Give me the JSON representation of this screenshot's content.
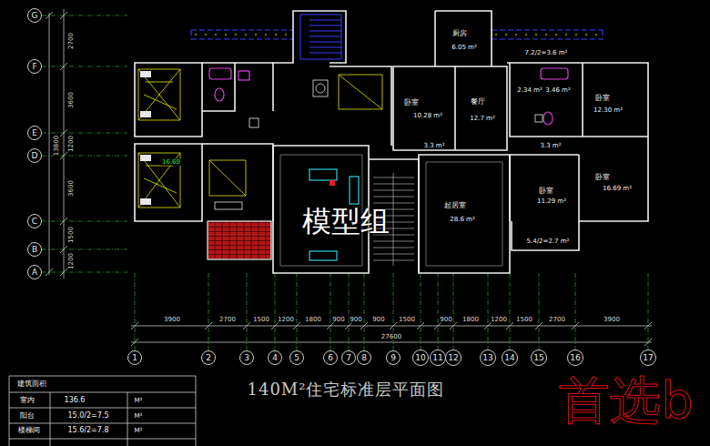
{
  "diagram": {
    "title": "140M²住宅标准层平面图",
    "nodes": [
      {
        "text": [
          "G"
        ]
      },
      {
        "text": [
          "F"
        ]
      },
      {
        "text": [
          "E"
        ]
      },
      {
        "text": [
          "D"
        ]
      },
      {
        "text": [
          "C"
        ]
      },
      {
        "text": [
          "B"
        ]
      },
      {
        "text": [
          "A"
        ]
      },
      {
        "text": [
          "1"
        ]
      },
      {
        "text": [
          "2"
        ]
      },
      {
        "text": [
          "3"
        ]
      },
      {
        "text": [
          "4"
        ]
      },
      {
        "text": [
          "5"
        ]
      },
      {
        "text": [
          "6"
        ]
      },
      {
        "text": [
          "7"
        ]
      },
      {
        "text": [
          "8"
        ]
      },
      {
        "text": [
          "9"
        ]
      },
      {
        "text": [
          "10"
        ]
      },
      {
        "text": [
          "11"
        ]
      },
      {
        "text": [
          "12"
        ]
      },
      {
        "text": [
          "13"
        ]
      },
      {
        "text": [
          "14"
        ]
      },
      {
        "text": [
          "15"
        ]
      },
      {
        "text": [
          "16"
        ]
      },
      {
        "text": [
          "17"
        ]
      }
    ],
    "labels": [
      "2700",
      "3600",
      "1200",
      "3600",
      "1500",
      "1200",
      "13800",
      "3900",
      "2700",
      "1500",
      "1200",
      "1800",
      "900",
      "900",
      "900",
      "1500",
      "900",
      "1800",
      "1200",
      "1500",
      "2700",
      "3900",
      "27600",
      "厨房",
      "6.05 m²",
      "7.2/2=3.6 m²",
      "卧室",
      "10.28 m²",
      "餐厅",
      "12.7 m²",
      "2.34 m²",
      "3.46 m²",
      "卧室",
      "12.30 m²",
      "3.3 m²",
      "3.3 m²",
      "起居室",
      "28.6 m²",
      "卧室",
      "11.29 m²",
      "卧室",
      "16.69 m²",
      "5.4/2=2.7 m²",
      "16.69",
      "建筑面积",
      "室内",
      "136.6",
      "M²",
      "阳台",
      "15.0/2=7.5",
      "M²",
      "楼梯间",
      "15.6/2=7.8",
      "M²",
      "模型组",
      "首选b"
    ]
  }
}
